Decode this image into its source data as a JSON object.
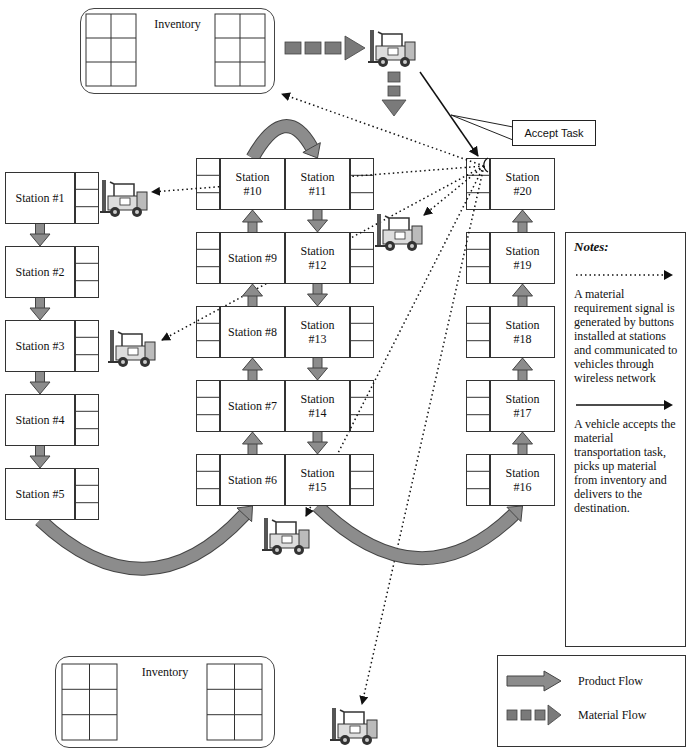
{
  "diagram": {
    "nodes": [
      {
        "text": [
          "Inventory"
        ]
      },
      {
        "text": [
          "Accept Task"
        ]
      },
      {
        "text": [
          "Station #1"
        ]
      },
      {
        "text": [
          "Station #2"
        ]
      },
      {
        "text": [
          "Station #3"
        ]
      },
      {
        "text": [
          "Station #4"
        ]
      },
      {
        "text": [
          "Station #5"
        ]
      },
      {
        "text": [
          "Station #6"
        ]
      },
      {
        "text": [
          "Station #7"
        ]
      },
      {
        "text": [
          "Station #8"
        ]
      },
      {
        "text": [
          "Station #9"
        ]
      },
      {
        "text": [
          "Station #10"
        ]
      },
      {
        "text": [
          "Station #11"
        ]
      },
      {
        "text": [
          "Station #12"
        ]
      },
      {
        "text": [
          "Station #13"
        ]
      },
      {
        "text": [
          "Station #14"
        ]
      },
      {
        "text": [
          "Station #15"
        ]
      },
      {
        "text": [
          "Station #16"
        ]
      },
      {
        "text": [
          "Station #17"
        ]
      },
      {
        "text": [
          "Station #18"
        ]
      },
      {
        "text": [
          "Station #19"
        ]
      },
      {
        "text": [
          "Station #20"
        ]
      },
      {
        "text": [
          "Inventory"
        ]
      }
    ],
    "edges": [
      {
        "from": 2,
        "to": 3,
        "arrow": "to"
      },
      {
        "from": 3,
        "to": 4,
        "arrow": "to"
      },
      {
        "from": 4,
        "to": 5,
        "arrow": "to"
      },
      {
        "from": 5,
        "to": 6,
        "arrow": "to"
      },
      {
        "from": 6,
        "to": 7,
        "arrow": "to"
      },
      {
        "from": 7,
        "to": 8,
        "arrow": "to"
      },
      {
        "from": 8,
        "to": 9,
        "arrow": "to"
      },
      {
        "from": 9,
        "to": 10,
        "arrow": "to"
      },
      {
        "from": 10,
        "to": 11,
        "arrow": "to"
      },
      {
        "from": 11,
        "to": 12,
        "arrow": "to"
      },
      {
        "from": 12,
        "to": 13,
        "arrow": "to"
      },
      {
        "from": 13,
        "to": 14,
        "arrow": "to"
      },
      {
        "from": 14,
        "to": 15,
        "arrow": "to"
      },
      {
        "from": 15,
        "to": 16,
        "arrow": "to"
      },
      {
        "from": 16,
        "to": 17,
        "arrow": "to"
      },
      {
        "from": 17,
        "to": 18,
        "arrow": "to"
      },
      {
        "from": 18,
        "to": 19,
        "arrow": "to"
      },
      {
        "from": 19,
        "to": 20,
        "arrow": "to"
      },
      {
        "from": 20,
        "to": 21,
        "arrow": "to"
      }
    ],
    "labels": [
      "Notes:"
    ],
    "legend": [
      {
        "text": "A material requirement signal is generated by buttons installed at stations and communicated to vehicles through wireless network"
      },
      {
        "text": "A vehicle accepts the material transportation task, picks up material from inventory and delivers to the destination."
      },
      {
        "text": "Product Flow"
      },
      {
        "text": "Material Flow"
      }
    ]
  }
}
